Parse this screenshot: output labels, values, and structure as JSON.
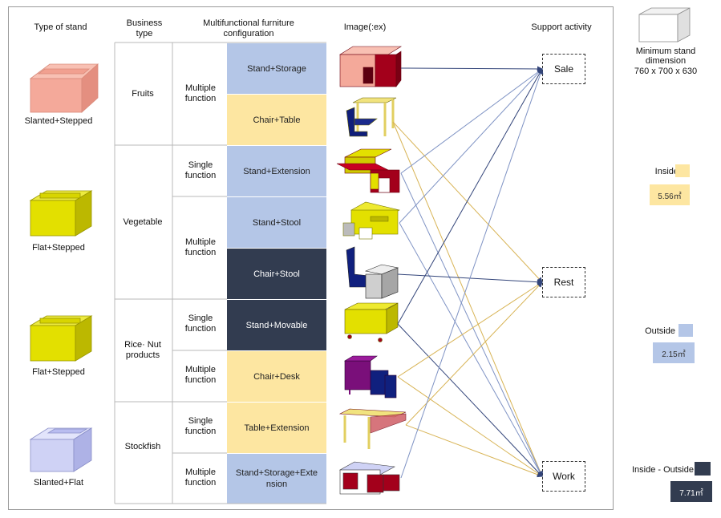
{
  "headers": {
    "type_of_stand": "Type of stand",
    "business_type": "Business\ntype",
    "config": "Multifunctional furniture\nconfiguration",
    "image": "Image(:ex)",
    "support": "Support activity"
  },
  "stands": [
    "Slanted+Stepped",
    "Flat+Stepped",
    "Flat+Stepped",
    "Slanted+Flat"
  ],
  "business": [
    "Fruits",
    "Vegetable",
    "Rice· Nut\nproducts",
    "Stockfish"
  ],
  "functions": [
    "Multiple\nfunction",
    "Single\nfunction",
    "Multiple\nfunction",
    "Single\nfunction",
    "Multiple\nfunction",
    "Single\nfunction",
    "Multiple\nfunction"
  ],
  "configs": [
    {
      "label": "Stand+Storage",
      "zone": "outside"
    },
    {
      "label": "Chair+Table",
      "zone": "inside"
    },
    {
      "label": "Stand+Extension",
      "zone": "outside"
    },
    {
      "label": "Stand+Stool",
      "zone": "outside"
    },
    {
      "label": "Chair+Stool",
      "zone": "both"
    },
    {
      "label": "Stand+Movable",
      "zone": "both"
    },
    {
      "label": "Chair+Desk",
      "zone": "inside"
    },
    {
      "label": "Table+Extension",
      "zone": "inside"
    },
    {
      "label": "Stand+Storage+Exte\nnsion",
      "zone": "outside"
    }
  ],
  "activities": [
    "Sale",
    "Rest",
    "Work"
  ],
  "links": [
    {
      "from": 0,
      "to": 0,
      "color": "navy"
    },
    {
      "from": 1,
      "to": 1,
      "color": "gold"
    },
    {
      "from": 1,
      "to": 2,
      "color": "gold"
    },
    {
      "from": 2,
      "to": 0,
      "color": "blue"
    },
    {
      "from": 2,
      "to": 2,
      "color": "blue"
    },
    {
      "from": 3,
      "to": 0,
      "color": "blue"
    },
    {
      "from": 3,
      "to": 2,
      "color": "blue"
    },
    {
      "from": 4,
      "to": 1,
      "color": "navy"
    },
    {
      "from": 5,
      "to": 0,
      "color": "navy"
    },
    {
      "from": 5,
      "to": 2,
      "color": "navy"
    },
    {
      "from": 6,
      "to": 1,
      "color": "gold"
    },
    {
      "from": 6,
      "to": 2,
      "color": "gold"
    },
    {
      "from": 7,
      "to": 1,
      "color": "gold"
    },
    {
      "from": 7,
      "to": 2,
      "color": "gold"
    },
    {
      "from": 8,
      "to": 0,
      "color": "blue"
    }
  ],
  "legend": {
    "min_title": "Minimum stand\ndimension",
    "min_dims": "760 x 700 x 630",
    "inside_label": "Inside",
    "inside_area": "5.56㎡",
    "outside_label": "Outside",
    "outside_area": "2.15㎡",
    "both_label": "Inside - Outside",
    "both_area": "7.71㎡"
  },
  "colors": {
    "inside": "#fde6a1",
    "outside": "#b4c6e7",
    "both": "#323c50",
    "salmon": "#f4a99a",
    "yellow": "#e3e000",
    "lavender": "#cfd2f5",
    "maroon": "#a3001b",
    "navy_line": "#33457a",
    "blue_line": "#7f93c4",
    "gold_line": "#d8b456"
  }
}
